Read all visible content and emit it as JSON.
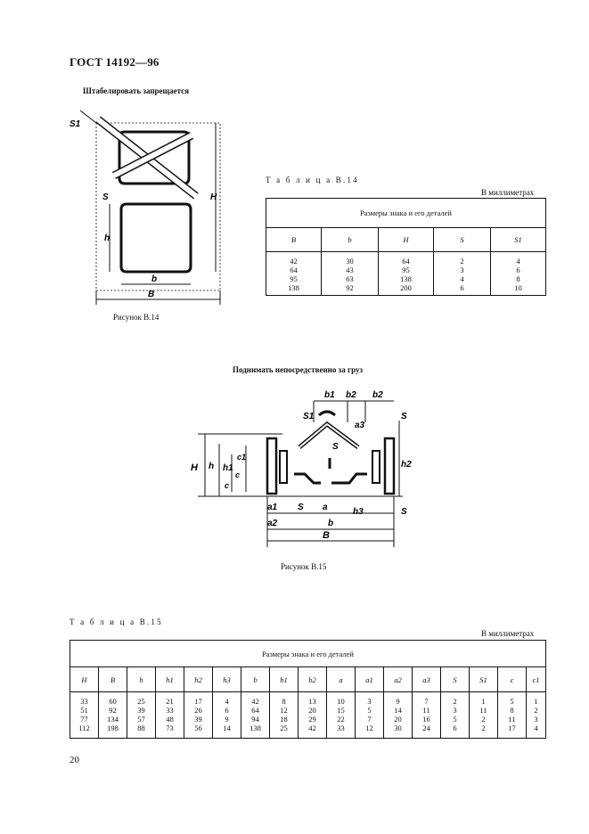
{
  "header": {
    "standard": "ГОСТ 14192—96"
  },
  "sign1": {
    "title": "Штабелировать запрещается",
    "figure_caption": "Рисунок В.14",
    "dim_labels": {
      "S": "S",
      "S1": "S1",
      "H": "H",
      "h": "h",
      "b": "b",
      "B": "B"
    }
  },
  "table14": {
    "title": "Т а б л и ц а   В.14",
    "units": "В миллиметрах",
    "group_header": "Размеры знака и его деталей",
    "columns": [
      "B",
      "b",
      "H",
      "S",
      "S1"
    ],
    "col_values": [
      "42\n64\n95\n138",
      "30\n43\n63\n92",
      "64\n95\n138\n200",
      "2\n3\n4\n6",
      "4\n6\n8\n10"
    ]
  },
  "sign2": {
    "title": "Поднимать непосредственно за груз",
    "figure_caption": "Рисунок В.15",
    "dim_labels": {
      "b1": "b1",
      "b2": "b2",
      "S1": "S1",
      "S": "S",
      "a3": "a3",
      "H": "H",
      "h": "h",
      "h1": "h1",
      "h2": "h2",
      "h3": "h3",
      "c": "c",
      "a": "a",
      "a1": "a1",
      "a2": "a2",
      "b": "b",
      "B": "B"
    }
  },
  "table15": {
    "title": "Т а б л и ц а   В.15",
    "units": "В миллиметрах",
    "group_header": "Размеры знака и его деталей",
    "columns": [
      "H",
      "B",
      "h",
      "h1",
      "h2",
      "h3",
      "b",
      "b1",
      "b2",
      "a",
      "a1",
      "a2",
      "a3",
      "S",
      "S1",
      "c",
      "c1"
    ],
    "col_values": [
      "33\n51\n77\n112",
      "60\n92\n134\n198",
      "25\n39\n57\n88",
      "21\n33\n48\n73",
      "17\n26\n39\n56",
      "4\n6\n9\n14",
      "42\n64\n94\n138",
      "8\n12\n18\n25",
      "13\n20\n29\n42",
      "10\n15\n22\n33",
      "3\n5\n7\n12",
      "9\n14\n20\n30",
      "7\n11\n16\n24",
      "2\n3\n5\n6",
      "1\n11\n2\n2",
      "5\n8\n11\n17",
      "1\n2\n3\n4"
    ]
  },
  "footer": {
    "page_number": "20"
  }
}
